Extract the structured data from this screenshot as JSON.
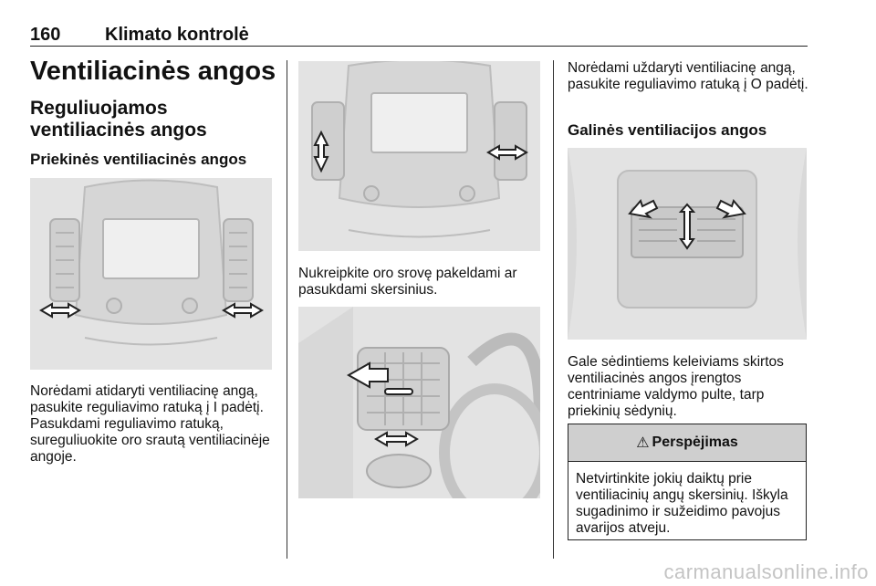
{
  "header": {
    "page_number": "160",
    "chapter": "Klimato kontrolė"
  },
  "section": {
    "title": "Ventiliacinės angos",
    "subtitle": "Reguliuojamos ventiliacinės angos",
    "front_heading": "Priekinės ventiliacinės angos",
    "rear_heading": "Galinės ventiliacijos angos"
  },
  "text": {
    "col1_p1": "Norėdami atidaryti ventiliacinę angą, pasukite reguliavimo ratuką į I padėtį. Pasukdami reguliavimo ratuką, sureguliuokite oro srautą ventiliacinėje angoje.",
    "col2_p1": "Nukreipkite oro srovę pakeldami ar pasukdami skersinius.",
    "col3_p1": "Norėdami uždaryti ventiliacinę angą, pasukite reguliavimo ratuką į O padėtį.",
    "col3_p2": "Gale sėdintiems keleiviams skirtos ventiliacinės angos įrengtos centriniame valdymo pulte, tarp priekinių sėdynių."
  },
  "warning": {
    "title": "Perspėjimas",
    "icon": "warning-triangle-icon",
    "body": "Netvirtinkite jokių daiktų prie ventiliacinių angų skersinių. Iškyla sugadinimo ir sužeidimo pavojus avarijos atveju."
  },
  "watermark": "carmanualsonline.info"
}
